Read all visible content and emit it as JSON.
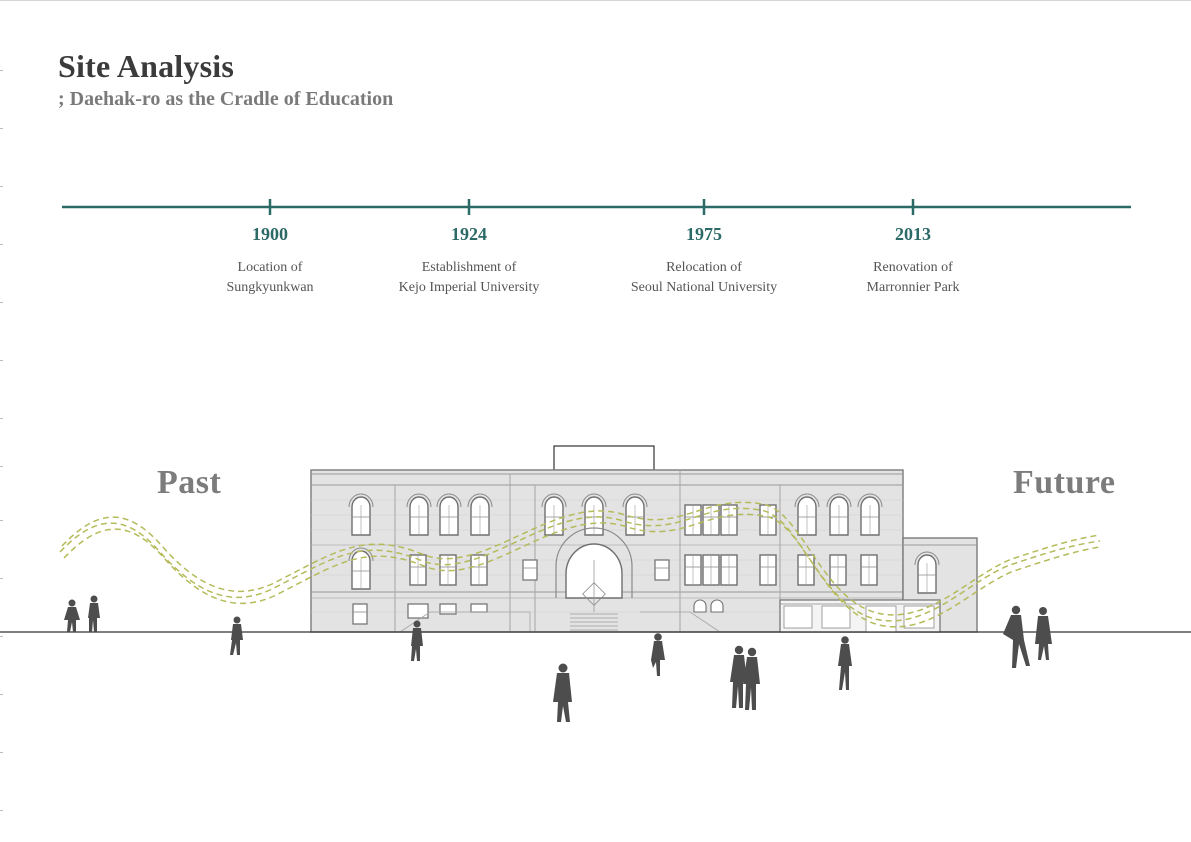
{
  "header": {
    "title": "Site Analysis",
    "subtitle": "; Daehak-ro as the Cradle of Education"
  },
  "timeline": {
    "events": [
      {
        "year": "1900",
        "label": "Location of\nSungkyunkwan"
      },
      {
        "year": "1924",
        "label": "Establishment of\nKejo Imperial University"
      },
      {
        "year": "1975",
        "label": "Relocation of\nSeoul National University"
      },
      {
        "year": "2013",
        "label": "Renovation of\nMarronnier Park"
      }
    ]
  },
  "eras": {
    "past": "Past",
    "future": "Future"
  },
  "colors": {
    "timeline": "#2c6a68",
    "building_fill": "#e3e3e3",
    "building_stroke": "#8a8a8a",
    "wave": "#b5bb5a",
    "people": "#4d4d4d"
  }
}
